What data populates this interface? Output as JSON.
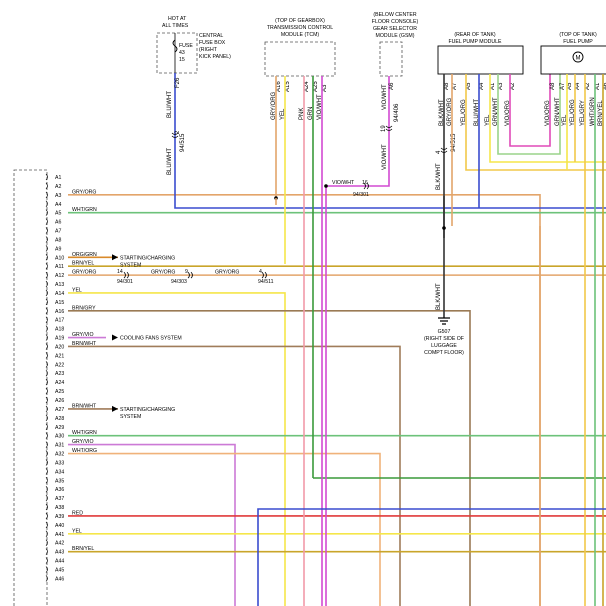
{
  "colors": {
    "BLU_WHT": "#3a4ccf",
    "GRY_ORG": "#e3a56a",
    "WHT_GRN": "#6cc27a",
    "BRN_YEL": "#c9a52a",
    "YEL": "#f5e64a",
    "BRN_GRY": "#9a7a55",
    "BRN_WHT": "#a07c5a",
    "GRY_VIO": "#cc7ad6",
    "WHT_ORG": "#f0b27a",
    "RED": "#e03a3a",
    "VIO_WHT": "#d24ad2",
    "PNK": "#f29aa8",
    "GRN": "#3a9a3a",
    "VIO_ORG": "#e04ab8",
    "YEL_ORG": "#f2c84a",
    "GRN_WHT": "#9ad48a",
    "BLK_WHT": "#333333",
    "ORG_GRN": "#d98a2a",
    "BRN_GRY2": "#8a6a4a"
  },
  "components": {
    "fuse_box": {
      "hot_line1": "HOT AT",
      "hot_line2": "ALL TIMES",
      "fuse_label": "FUSE",
      "fuse_num": "43",
      "fuse_amp": "15",
      "name_line1": "CENTRAL",
      "name_line2": "FUSE BOX",
      "name_line3": "(RIGHT",
      "name_line4": "KICK PANEL)"
    },
    "tcm": {
      "line1": "(TOP OF GEARBOX)",
      "line2": "TRANSMISSION CONTROL",
      "line3": "MODULE (TCM)"
    },
    "gsm": {
      "line1": "(BELOW CENTER",
      "line2": "FLOOR CONSOLE)",
      "line3": "GEAR SELECTOR",
      "line4": "MODULE (GSM)"
    },
    "fpm": {
      "line1": "(REAR OF TANK)",
      "line2": "FUEL PUMP MODULE"
    },
    "fuel_pump": {
      "line1": "(TOP OF TANK)",
      "line2": "FUEL PUMP"
    },
    "ground": {
      "id": "G507",
      "line1": "(RIGHT SIDE OF",
      "line2": "LUGGAGE",
      "line3": "COMPT FLOOR)"
    }
  },
  "pins": [
    "A1",
    "A2",
    "A3",
    "A4",
    "A5",
    "A6",
    "A7",
    "A8",
    "A9",
    "A10",
    "A11",
    "A12",
    "A13",
    "A14",
    "A15",
    "A16",
    "A17",
    "A18",
    "A19",
    "A20",
    "A21",
    "A22",
    "A23",
    "A24",
    "A25",
    "A26",
    "A27",
    "A28",
    "A29",
    "A30",
    "A31",
    "A32",
    "A33",
    "A34",
    "A35",
    "A36",
    "A37",
    "A38",
    "A39",
    "A40",
    "A41",
    "A42",
    "A43",
    "A44",
    "A45",
    "A46"
  ],
  "pin_wires": [
    {
      "pin": "A3",
      "label": "GRY/ORG",
      "color": "GRY_ORG"
    },
    {
      "pin": "A5",
      "label": "WHT/GRN",
      "color": "WHT_GRN"
    },
    {
      "pin": "A10",
      "label": "ORG/GRN",
      "color": "ORG_GRN"
    },
    {
      "pin": "A11",
      "label": "BRN/YEL",
      "color": "BRN_YEL"
    },
    {
      "pin": "A12",
      "label": "GRY/ORG",
      "color": "GRY_ORG"
    },
    {
      "pin": "A14",
      "label": "YEL",
      "color": "YEL"
    },
    {
      "pin": "A16",
      "label": "BRN/GRY",
      "color": "BRN_GRY"
    },
    {
      "pin": "A19",
      "label": "GRY/VIO",
      "color": "GRY_VIO"
    },
    {
      "pin": "A20",
      "label": "BRN/WHT",
      "color": "BRN_WHT"
    },
    {
      "pin": "A27",
      "label": "BRN/WHT",
      "color": "BRN_WHT"
    },
    {
      "pin": "A30",
      "label": "WHT/GRN",
      "color": "WHT_GRN"
    },
    {
      "pin": "A31",
      "label": "GRY/VIO",
      "color": "GRY_VIO"
    },
    {
      "pin": "A32",
      "label": "WHT/ORG",
      "color": "WHT_ORG"
    },
    {
      "pin": "A39",
      "label": "RED",
      "color": "RED"
    },
    {
      "pin": "A41",
      "label": "YEL",
      "color": "YEL"
    },
    {
      "pin": "A43",
      "label": "BRN/YEL",
      "color": "BRN_YEL"
    }
  ],
  "system_refs": [
    {
      "text_line1": "STARTING/CHARGING",
      "text_line2": "SYSTEM"
    },
    {
      "text_line1": "COOLING FANS SYSTEM",
      "text_line2": ""
    },
    {
      "text_line1": "STARTING/CHARGING",
      "text_line2": "SYSTEM"
    }
  ],
  "wire_labels": {
    "fuse_out_color": "BLU/WHT",
    "fuse_out_pin": "F26",
    "fuse_vert_lower": "BLU/WHT",
    "conn_94_515_a": "94/515",
    "conn_94_515_a_pin": "2",
    "tcm_pins": [
      "A16",
      "A15",
      "A24",
      "A25",
      "A3"
    ],
    "tcm_wire_labels": [
      "GRY/ORG",
      "YEL",
      "PNK",
      "GRN",
      "VIO/WHT"
    ],
    "gsm_pin": "A6",
    "gsm_wire_upper": "VIO/WHT",
    "gsm_conn_pin": "19",
    "gsm_conn": "94/406",
    "gsm_wire_lower": "VIO/WHT",
    "splice_label": "VIO/WHT",
    "splice_pin": "16",
    "splice_conn": "94/301",
    "fpm_pins": [
      "A8",
      "A7",
      "A5",
      "A4",
      "A1",
      "A3",
      "A2",
      "A6"
    ],
    "fpm_wire_labels": [
      "BLK/WHT",
      "GRY/ORG",
      "YEL/ORG",
      "BLU/WHT",
      "YEL",
      "GRN/WHT",
      "VIO/ORG"
    ],
    "fpm_blk_pin": "4",
    "fpm_conn": "94/515",
    "fpm_blk_lower": "BLK/WHT",
    "fuel_pump_pins": [
      "A8",
      "A7",
      "A5",
      "A4",
      "A2",
      "A1",
      "A6"
    ],
    "fuel_pump_wire_labels": [
      "VIO/ORG",
      "GRN/WHT",
      "YEL",
      "YEL/ORG",
      "YEL/GRY",
      "WHT/GRN",
      "BRN/YEL"
    ],
    "a12_conn_pin_14": "14",
    "a12_conn_94_301": "94/301",
    "a12_mid_label": "GRY/ORG",
    "a12_conn_pin_9": "9",
    "a12_conn_94_303": "94/303",
    "a12_right_label": "GRY/ORG",
    "a12_conn_pin_4": "4",
    "a12_conn_94_511": "94/511"
  }
}
